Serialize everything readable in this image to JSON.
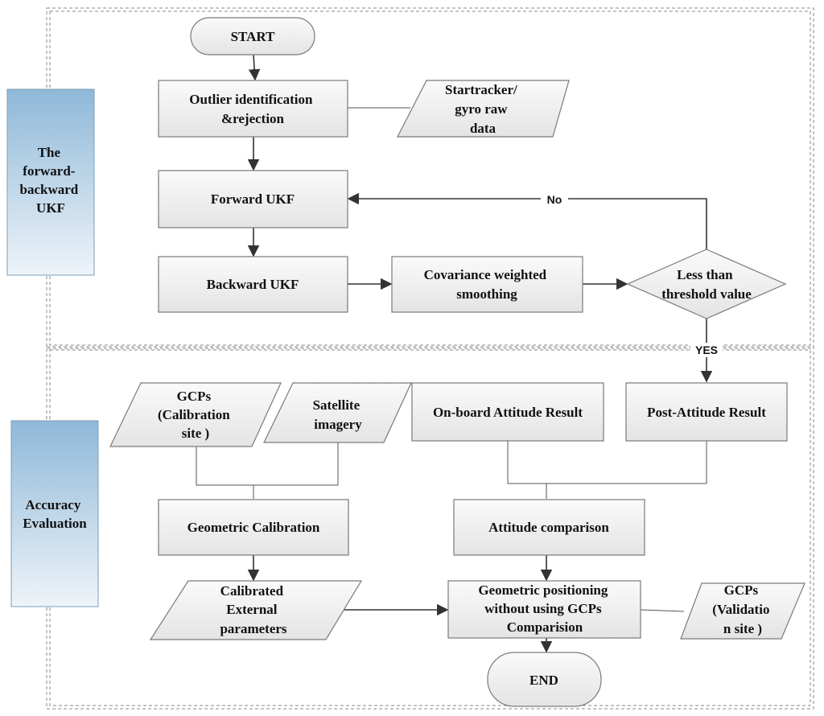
{
  "panels": {
    "top_label": [
      "The",
      "forward-",
      "backward",
      "UKF"
    ],
    "bottom_label": [
      "Accuracy",
      "Evaluation"
    ]
  },
  "nodes": {
    "start": [
      "START"
    ],
    "outlier": [
      "Outlier identification",
      "&rejection"
    ],
    "startracker": [
      "Startracker/",
      "gyro raw",
      "data"
    ],
    "forward_ukf": [
      "Forward UKF"
    ],
    "backward_ukf": [
      "Backward UKF"
    ],
    "covariance": [
      "Covariance weighted",
      "smoothing"
    ],
    "threshold": [
      "Less than",
      "threshold  value"
    ],
    "gcps_calibration": [
      "GCPs",
      "(Calibration",
      "site )"
    ],
    "satellite_imagery": [
      "Satellite",
      "imagery"
    ],
    "onboard_attitude": [
      "On-board Attitude Result"
    ],
    "post_attitude": [
      "Post-Attitude Result"
    ],
    "geometric_calibration": [
      "Geometric Calibration"
    ],
    "attitude_comparison": [
      "Attitude  comparison"
    ],
    "calibrated_params": [
      "Calibrated",
      "External",
      "parameters"
    ],
    "geo_positioning": [
      "Geometric positioning",
      "without using GCPs",
      "Comparision"
    ],
    "gcps_validation": [
      "GCPs",
      "(Validatio",
      "n  site )"
    ],
    "end": [
      "END"
    ]
  },
  "edge_labels": {
    "no": "No",
    "yes": "YES"
  }
}
